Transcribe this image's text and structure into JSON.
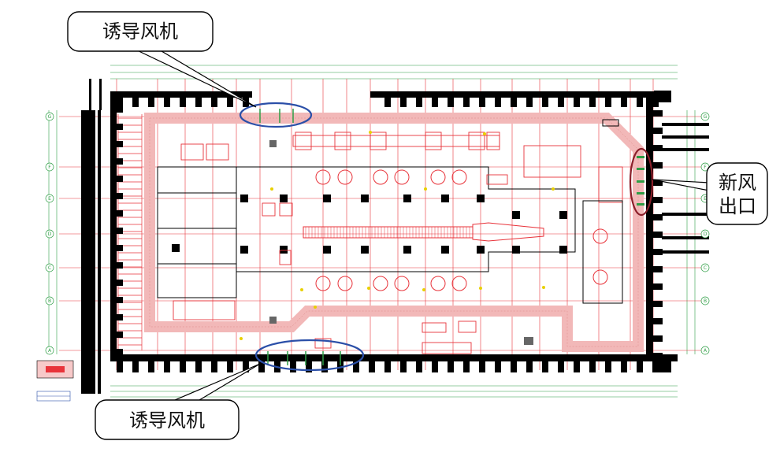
{
  "callouts": {
    "top": "诱导风机",
    "bottom": "诱导风机",
    "right_line1": "新风",
    "right_line2": "出口"
  },
  "grid_labels": [
    "G",
    "F",
    "E",
    "D",
    "C",
    "B",
    "A"
  ],
  "colors": {
    "structure": "#000000",
    "grid_red": "#e8333a",
    "dim_green": "#2e9e45",
    "fan_ellipse": "#2b4fa8",
    "fresh_air_ellipse": "#8b1f2a",
    "corridor_pink": "#f2b8b8"
  }
}
